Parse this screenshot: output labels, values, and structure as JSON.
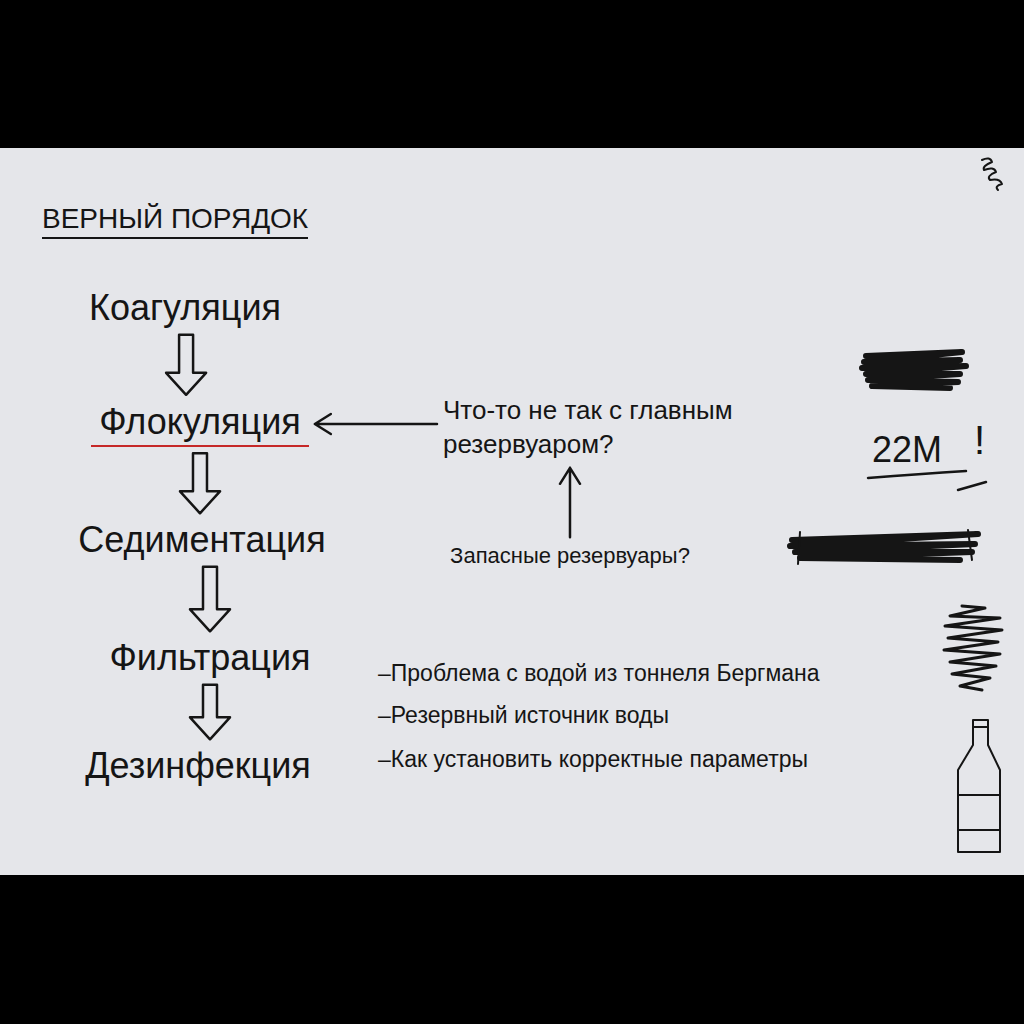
{
  "diagram": {
    "title": "ВЕРНЫЙ ПОРЯДОК",
    "nodes": [
      {
        "text": [
          "Коагуляция"
        ]
      },
      {
        "text": [
          "Флокуляция"
        ]
      },
      {
        "text": [
          "Седиментация"
        ]
      },
      {
        "text": [
          "Фильтрация"
        ]
      },
      {
        "text": [
          "Дезинфекция"
        ]
      },
      {
        "text": [
          "Что-то не так с главным резервуаром?"
        ]
      },
      {
        "text": [
          "Запасные резервуары?"
        ]
      }
    ],
    "edges": [
      {
        "from": 0,
        "to": 1,
        "arrow": "to"
      },
      {
        "from": 1,
        "to": 2,
        "arrow": "to"
      },
      {
        "from": 2,
        "to": 3,
        "arrow": "to"
      },
      {
        "from": 3,
        "to": 4,
        "arrow": "to"
      },
      {
        "from": 5,
        "to": 1,
        "arrow": "to"
      },
      {
        "from": 6,
        "to": 5,
        "arrow": "to"
      }
    ],
    "labels": [
      "22M",
      "!",
      "–Проблема с водой из тоннеля Бергмана",
      "–Резервный источник воды",
      "–Как установить корректные параметры"
    ]
  }
}
